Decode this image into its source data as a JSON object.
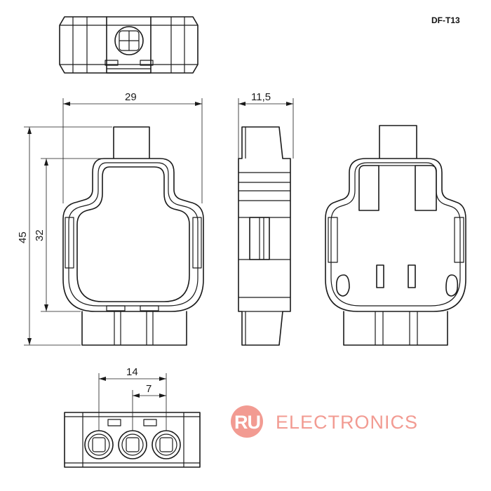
{
  "model": "DF-T13",
  "dimensions": {
    "width": "29",
    "height_total": "45",
    "height_body": "32",
    "depth": "11,5",
    "pitch_double": "14",
    "pitch_single": "7"
  },
  "watermark": {
    "badge": "RU",
    "text": "ELECTRONICS",
    "color": "#f08a80"
  }
}
